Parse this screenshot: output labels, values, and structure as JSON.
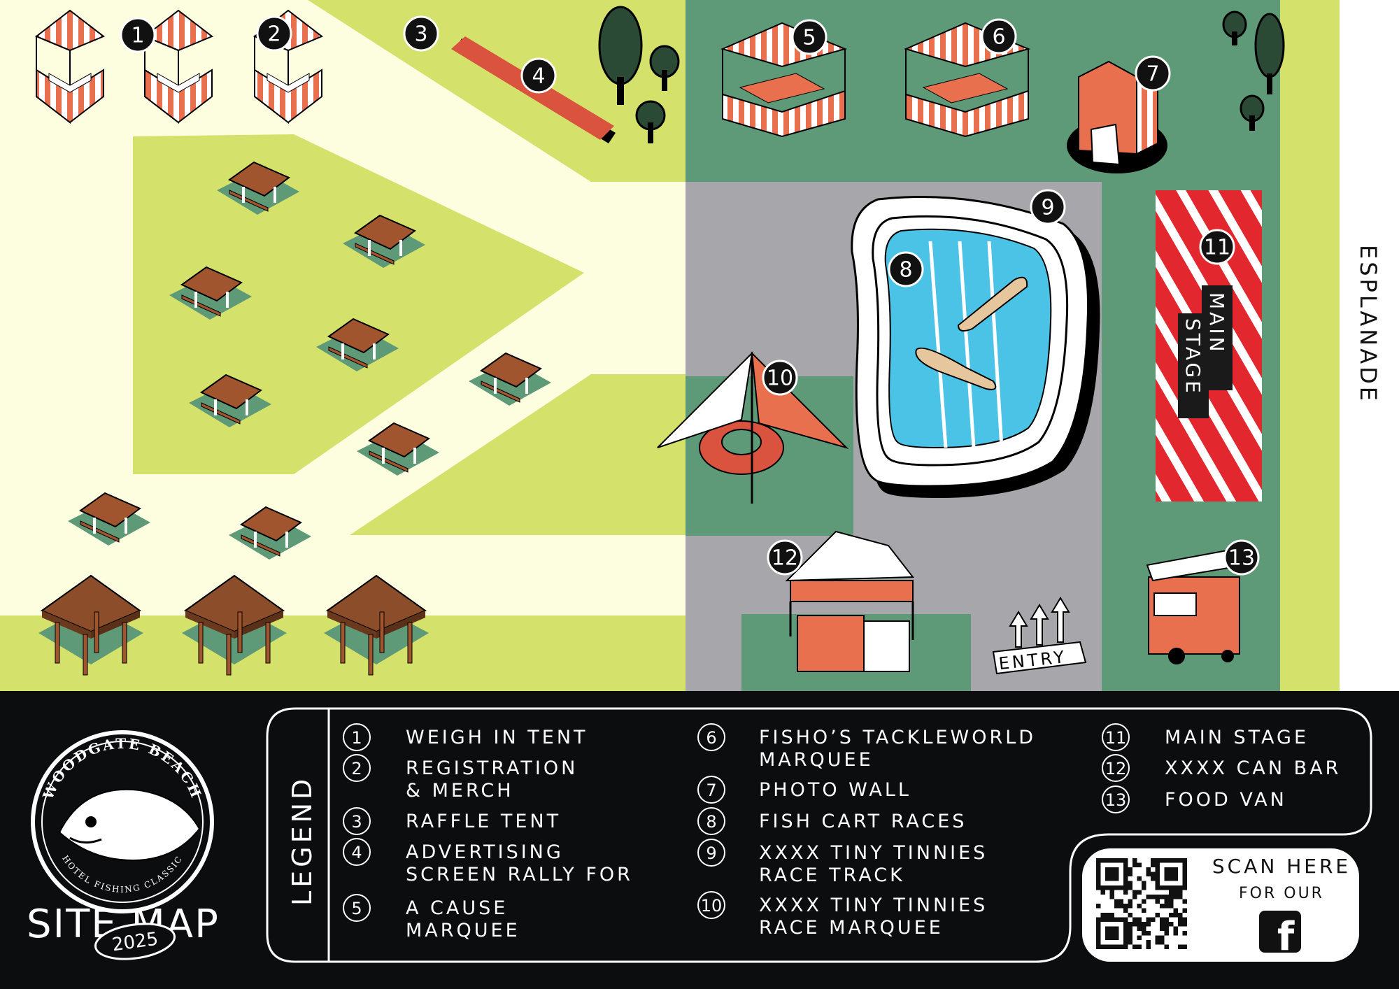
{
  "map": {
    "markers": [
      "1",
      "2",
      "3",
      "4",
      "5",
      "6",
      "7",
      "8",
      "9",
      "10",
      "11",
      "12",
      "13"
    ],
    "main_stage_label": [
      "MAIN",
      "STAGE"
    ],
    "esplanade_label": "ESPLANADE",
    "entry_label": "ENTRY",
    "colors": {
      "lawn": "#d4e16a",
      "sand": "#fdfde0",
      "grass_dark": "#5e9a77",
      "pavement": "#a7a7ab",
      "water": "#4bc3e6",
      "tent_red": "#e8704f",
      "stage_red": "#e2282e",
      "footer_black": "#0b0d0f"
    }
  },
  "footer": {
    "logo_top_text": "WOODGATE BEACH",
    "logo_bottom_text": "HOTEL FISHING CLASSIC",
    "site_map_title": "SITE MAP",
    "year": "2025",
    "legend_title": "LEGEND",
    "legend_col1": [
      {
        "num": "1",
        "lines": [
          "WEIGH IN TENT"
        ]
      },
      {
        "num": "2",
        "lines": [
          "REGISTRATION",
          "& MERCH"
        ]
      },
      {
        "num": "3",
        "lines": [
          "RAFFLE TENT"
        ]
      },
      {
        "num": "4",
        "lines": [
          "ADVERTISING",
          "SCREEN RALLY FOR"
        ]
      },
      {
        "num": "5",
        "lines": [
          "A CAUSE",
          " MARQUEE"
        ]
      }
    ],
    "legend_col2": [
      {
        "num": "6",
        "lines": [
          "FISHO’S TACKLEWORLD",
          "MARQUEE"
        ]
      },
      {
        "num": "7",
        "lines": [
          "PHOTO WALL"
        ]
      },
      {
        "num": "8",
        "lines": [
          "FISH CART RACES"
        ]
      },
      {
        "num": "9",
        "lines": [
          "XXXX TINY TINNIES",
          " RACE TRACK"
        ]
      },
      {
        "num": "10",
        "lines": [
          "XXXX TINY TINNIES",
          " RACE MARQUEE"
        ]
      }
    ],
    "legend_col3": [
      {
        "num": "11",
        "lines": [
          "MAIN STAGE"
        ]
      },
      {
        "num": "12",
        "lines": [
          "XXXX CAN BAR"
        ]
      },
      {
        "num": "13",
        "lines": [
          "FOOD VAN"
        ]
      }
    ],
    "scan_line1": "SCAN HERE",
    "scan_line2": "FOR OUR",
    "facebook_glyph": "f"
  }
}
